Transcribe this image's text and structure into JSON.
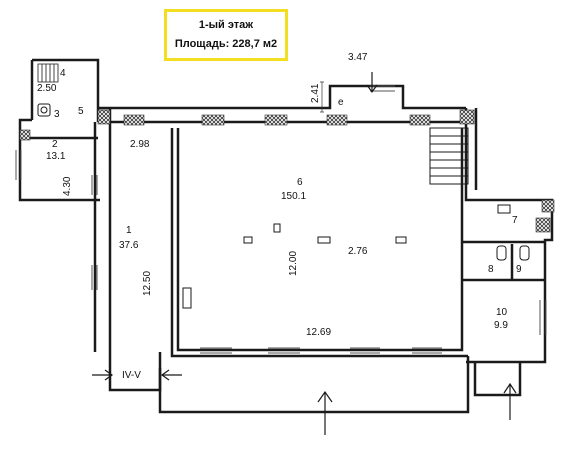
{
  "header": {
    "floor": "1-ый этаж",
    "area": "Площадь: 228,7 м2"
  },
  "rooms": {
    "r1": {
      "num": "1",
      "area": "37.6"
    },
    "r2": {
      "num": "2",
      "area": "13.1"
    },
    "r3": {
      "num": "3"
    },
    "r4": {
      "num": "4"
    },
    "r5": {
      "num": "5"
    },
    "r6": {
      "num": "6",
      "area": "150.1"
    },
    "r7": {
      "num": "7"
    },
    "r8": {
      "num": "8"
    },
    "r9": {
      "num": "9"
    },
    "r10": {
      "num": "10",
      "area": "9.9"
    },
    "stair": {
      "label": "IV-V"
    }
  },
  "dimensions": {
    "d_2_50": "2.50",
    "d_4_30": "4.30",
    "d_2_98": "2.98",
    "d_12_50": "12.50",
    "d_12_00": "12.00",
    "d_2_76": "2.76",
    "d_12_69": "12.69",
    "d_3_47": "3.47",
    "d_2_41": "2.41",
    "d_e": "e"
  },
  "colors": {
    "wall": "#1a1a1a",
    "window": "#555555",
    "title_border": "#f2df22"
  }
}
